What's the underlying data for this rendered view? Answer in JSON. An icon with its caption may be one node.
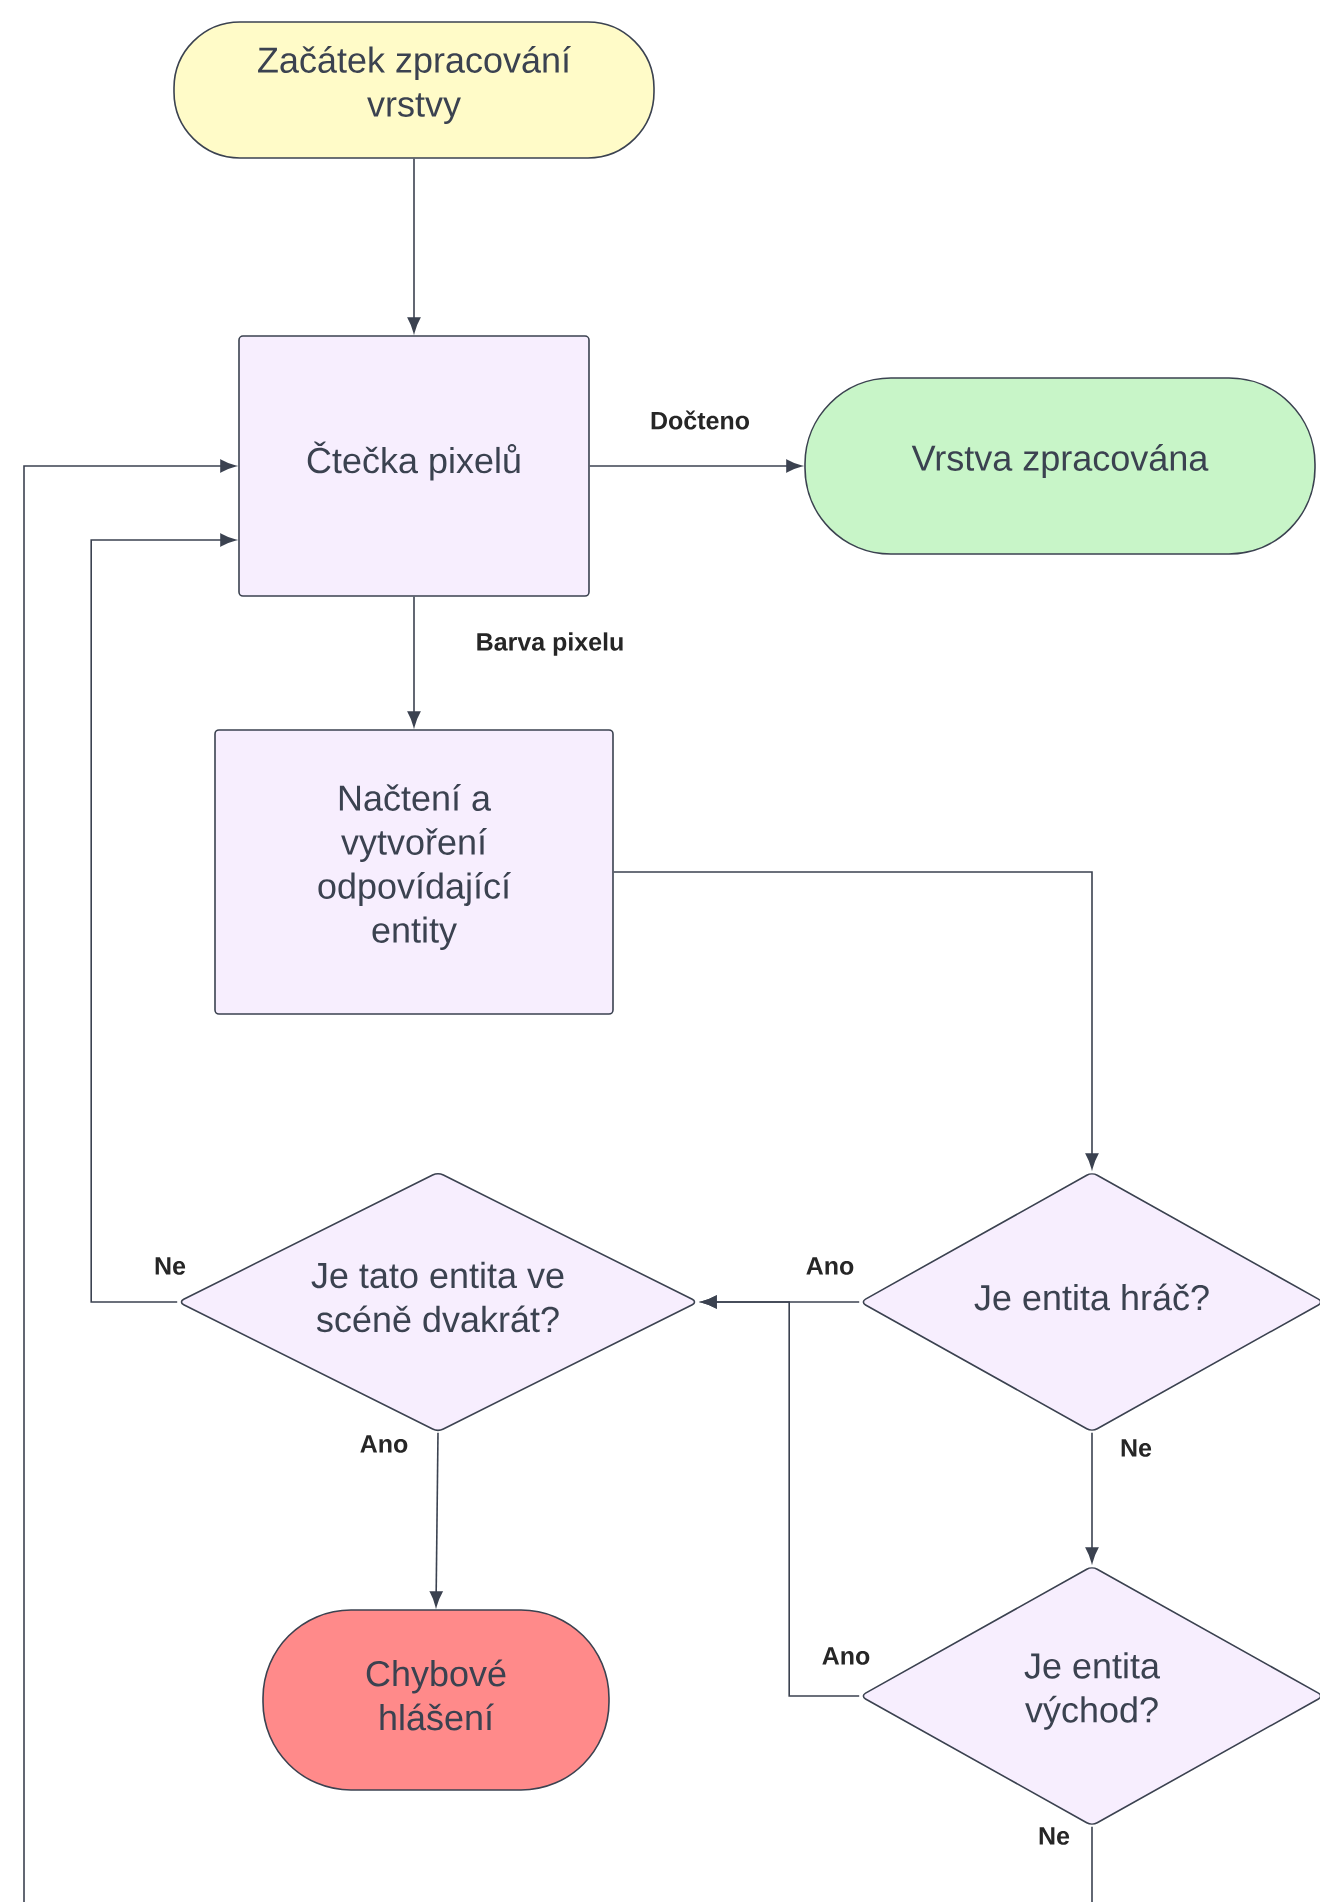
{
  "diagram": {
    "nodes": [
      {
        "text": [
          "Začátek zpracování vrstvy"
        ]
      },
      {
        "text": [
          "Čtečka pixelů"
        ]
      },
      {
        "text": [
          "Vrstva zpracována"
        ]
      },
      {
        "text": [
          "Načtení a vytvoření odpovídající entity"
        ]
      },
      {
        "text": [
          "Je tato entita ve scéně dvakrát?"
        ]
      },
      {
        "text": [
          "Je entita hráč?"
        ]
      },
      {
        "text": [
          "Chybové hlášení"
        ]
      },
      {
        "text": [
          "Je entita východ?"
        ]
      }
    ],
    "edges": [
      {
        "from": 0,
        "to": 1,
        "arrow": "to"
      },
      {
        "from": 1,
        "to": 2,
        "arrow": "to",
        "label": "Dočteno"
      },
      {
        "from": 1,
        "to": 3,
        "arrow": "to",
        "label": "Barva pixelu"
      },
      {
        "from": 3,
        "to": 5,
        "arrow": "to"
      },
      {
        "from": 5,
        "to": 4,
        "arrow": "to",
        "label": "Ano"
      },
      {
        "from": 4,
        "to": 1,
        "arrow": "to",
        "label": "Ne"
      },
      {
        "from": 4,
        "to": 6,
        "arrow": "to",
        "label": "Ano"
      },
      {
        "from": 5,
        "to": 7,
        "arrow": "to",
        "label": "Ne"
      },
      {
        "from": 7,
        "to": 4,
        "arrow": "to",
        "label": "Ano"
      },
      {
        "from": null,
        "to": 1,
        "arrow": "to"
      },
      {
        "from": 7,
        "to": null,
        "arrow": "none",
        "label": "Ne"
      }
    ]
  }
}
